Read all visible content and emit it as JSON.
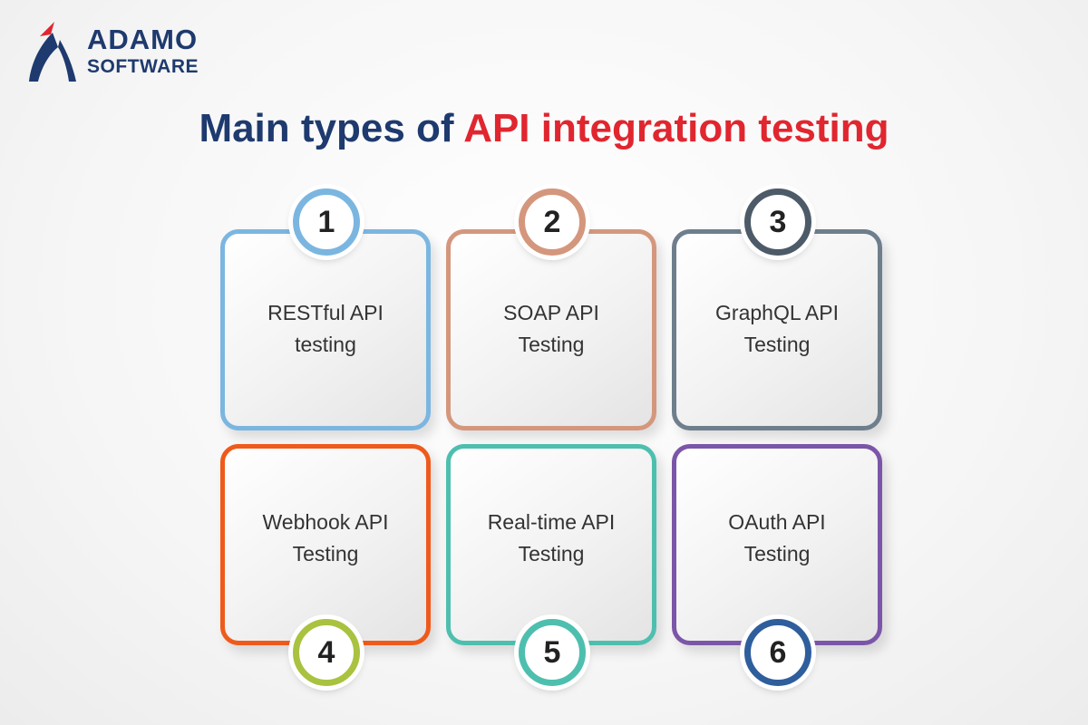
{
  "brand": {
    "name": "ADAMO",
    "sub": "SOFTWARE",
    "colors": {
      "navy": "#1e3a6e",
      "red": "#e0262f"
    }
  },
  "title": {
    "part1": "Main types of",
    "part2": "API integration testing"
  },
  "items": [
    {
      "number": "1",
      "line1": "RESTful API",
      "line2": "testing",
      "color": "#7bb6e0"
    },
    {
      "number": "2",
      "line1": "SOAP API",
      "line2": "Testing",
      "color": "#d4977d"
    },
    {
      "number": "3",
      "line1": "GraphQL API",
      "line2": "Testing",
      "color": "#6e7e8c"
    },
    {
      "number": "4",
      "line1": "Webhook API",
      "line2": "Testing",
      "color": "#ef5a1b"
    },
    {
      "number": "5",
      "line1": "Real-time API",
      "line2": "Testing",
      "color": "#4ebfae"
    },
    {
      "number": "6",
      "line1": "OAuth API",
      "line2": "Testing",
      "color": "#7b56a8"
    }
  ],
  "badge_colors": [
    "#7bb6e0",
    "#d4977d",
    "#4d5a68",
    "#a9c23f",
    "#4ebfae",
    "#2f5e9c"
  ]
}
